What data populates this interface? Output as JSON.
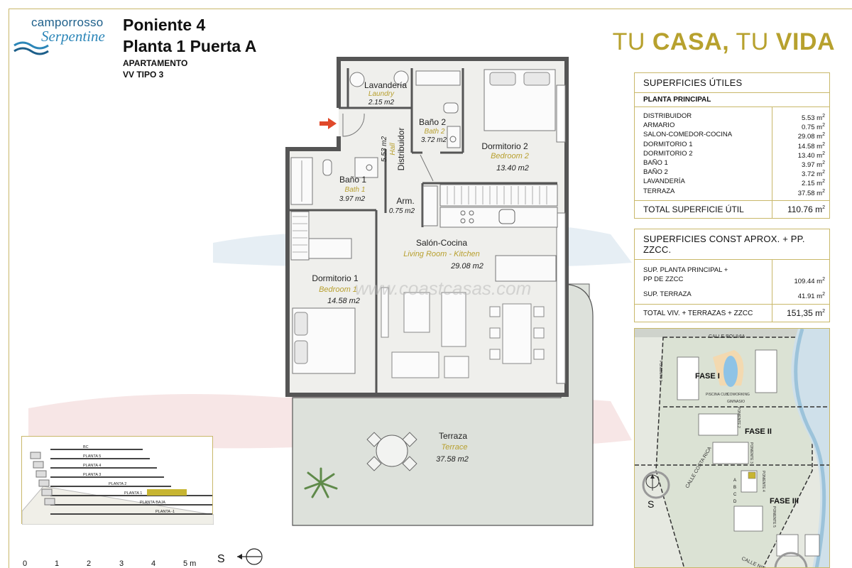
{
  "header": {
    "logo_line1": "camporrosso",
    "logo_line2": "Serpentine",
    "title_line1": "Poniente 4",
    "title_line2": "Planta 1 Puerta A",
    "type_line1": "APARTAMENTO",
    "type_line2": "VV TIPO 3",
    "slogan_part1": "TU ",
    "slogan_part2": "CASA,",
    "slogan_part3": " TU ",
    "slogan_part4": "VIDA"
  },
  "rooms": [
    {
      "name": "Lavandería",
      "en": "Laundry",
      "area": "2.15 m2"
    },
    {
      "name": "Baño 2",
      "en": "Bath 2",
      "area": "3.72 m2"
    },
    {
      "name": "Dormitorio 2",
      "en": "Bedroom 2",
      "area": "13.40 m2"
    },
    {
      "name": "Distribuidor",
      "en": "Hall",
      "area": "5.53 m2"
    },
    {
      "name": "Baño 1",
      "en": "Bath 1",
      "area": "3.97 m2"
    },
    {
      "name": "Arm.",
      "en": "",
      "area": "0.75 m2"
    },
    {
      "name": "Salón-Cocina",
      "en": "Living Room - Kitchen",
      "area": "29.08 m2"
    },
    {
      "name": "Dormitorio 1",
      "en": "Bedroom 1",
      "area": "14.58 m2"
    },
    {
      "name": "Terraza",
      "en": "Terrace",
      "area": "37.58 m2"
    }
  ],
  "watermark": "www.coastcasas.com",
  "utiles": {
    "title": "SUPERFICIES ÚTILES",
    "subtitle": "PLANTA PRINCIPAL",
    "rows": [
      {
        "name": "DISTRIBUIDOR",
        "value": "5.53 m",
        "unit": "2"
      },
      {
        "name": "ARMARIO",
        "value": "0.75 m",
        "unit": "2"
      },
      {
        "name": "SALON-COMEDOR-COCINA",
        "value": "29.08 m",
        "unit": "2"
      },
      {
        "name": "DORMITORIO 1",
        "value": "14.58 m",
        "unit": "2"
      },
      {
        "name": "DORMITORIO 2",
        "value": "13.40 m",
        "unit": "2"
      },
      {
        "name": "BAÑO 1",
        "value": "3.97 m",
        "unit": "2"
      },
      {
        "name": "BAÑO 2",
        "value": "3.72 m",
        "unit": "2"
      },
      {
        "name": "LAVANDERÍA",
        "value": "2.15 m",
        "unit": "2"
      },
      {
        "name": "TERRAZA",
        "value": "37.58 m",
        "unit": "2"
      }
    ],
    "total_label": "TOTAL SUPERFICIE ÚTIL",
    "total_value": "110.76 m",
    "total_unit": "2"
  },
  "construidas": {
    "title": "SUPERFICIES CONST APROX. + PP. ZZCC.",
    "row1_label_a": "SUP. PLANTA PRINCIPAL +",
    "row1_label_b": "PP DE ZZCC",
    "row1_value": "109.44 m",
    "row2_label": "SUP. TERRAZA",
    "row2_value": "41.91 m",
    "total_label": "TOTAL VIV. + TERRAZAS + ZZCC",
    "total_value": "151,35 m",
    "unit": "2"
  },
  "section": {
    "levels": [
      "BC",
      "PLANTA 5",
      "PLANTA 4",
      "PLANTA 3",
      "PLANTA 2",
      "PLANTA 1",
      "PLANTA BAJA",
      "PLANTA -1"
    ],
    "highlight_color": "#c7b532"
  },
  "site_plan": {
    "streets": [
      "CALLE BOLIVIA",
      "CALLE COSTA RICA",
      "CALLE NICARAGUA"
    ],
    "phases": [
      "FASE I",
      "FASE II",
      "FASE III"
    ],
    "buildings": [
      "PONIENTE 1",
      "PONIENTE 2",
      "PONIENTE 3",
      "PONIENTE 4",
      "PONIENTE 5"
    ],
    "amenities": [
      "PISCINA CUB.",
      "COWORKING",
      "GIMNASIO"
    ],
    "doors": [
      "A",
      "B",
      "C",
      "D"
    ],
    "north": "S"
  },
  "scale_bar": {
    "ticks": [
      "0",
      "1",
      "2",
      "3",
      "4",
      "5 m"
    ],
    "north": "S"
  },
  "colors": {
    "gold": "#b7a12e",
    "border": "#c9b86a",
    "label": "#b8a030",
    "arrow": "#e0492a"
  }
}
